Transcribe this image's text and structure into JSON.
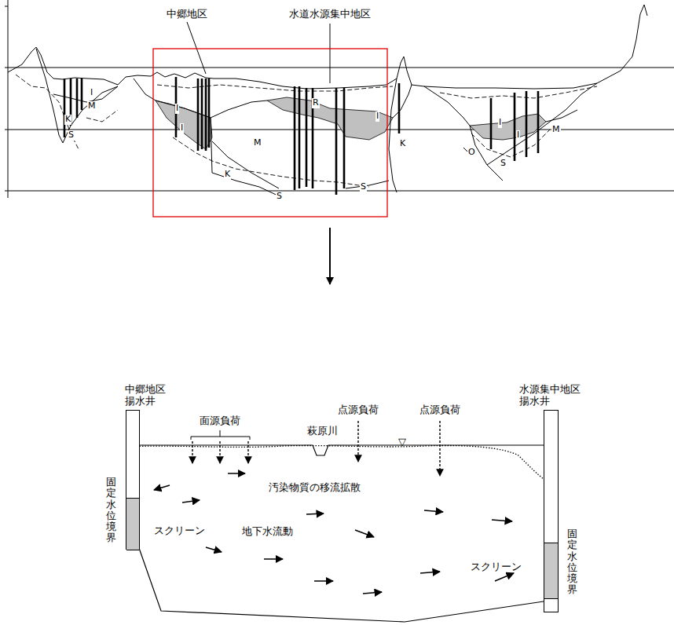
{
  "diagram": {
    "nodes": [
      {
        "text": [
          "中郷地区 揚水井"
        ]
      },
      {
        "text": [
          "水源集中地区 揚水井"
        ]
      }
    ],
    "labels": [
      "中郷地区",
      "水道水源集中地区",
      "I",
      "M",
      "K",
      "S",
      "I",
      "I",
      "M",
      "R",
      "I",
      "K",
      "S",
      "S",
      "K",
      "I",
      "I",
      "O",
      "S",
      "M",
      "面源負荷",
      "萩原川",
      "点源負荷",
      "点源負荷",
      "汚染物質の移流拡散",
      "地下水流動",
      "スクリーン",
      "スクリーン",
      "固定水位境界",
      "固定水位境界",
      "▽"
    ]
  }
}
